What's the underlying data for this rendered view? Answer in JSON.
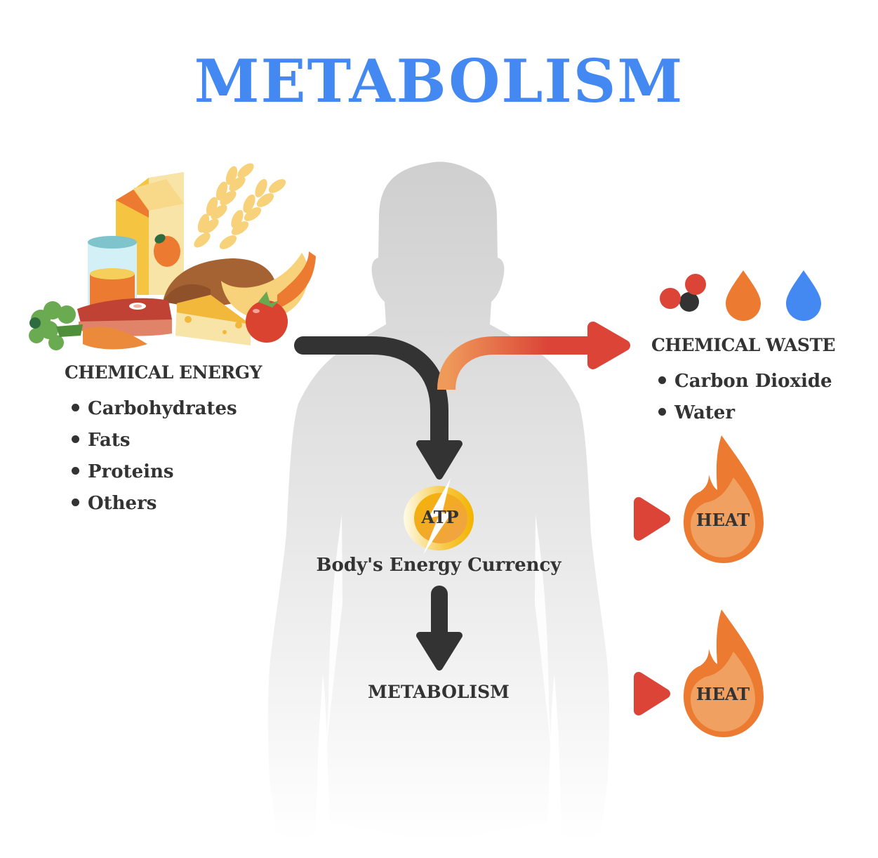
{
  "title": "METABOLISM",
  "colors": {
    "title_blue": "#4488f2",
    "text_dark": "#333333",
    "arrow_dark": "#333333",
    "arrow_red": "#db4437",
    "arrow_orange": "#ef9a5a",
    "flame_orange": "#ec7a30",
    "flame_inner": "#f0a060",
    "atp_gold": "#f4b400",
    "silhouette": "#d4d4d4"
  },
  "input": {
    "heading": "CHEMICAL ENERGY",
    "items": [
      "Carbohydrates",
      "Fats",
      "Proteins",
      "Others"
    ],
    "icon": "food-group-illustration"
  },
  "waste": {
    "heading": "CHEMICAL WASTE",
    "items": [
      "Carbon Dioxide",
      "Water"
    ],
    "icons": [
      "co2-molecule-icon",
      "orange-drop-icon",
      "water-drop-icon"
    ]
  },
  "atp": {
    "badge": "ATP",
    "caption": "Body's Energy Currency"
  },
  "process": {
    "label": "METABOLISM"
  },
  "outputs": [
    {
      "label": "HEAT",
      "source": "ATP"
    },
    {
      "label": "HEAT",
      "source": "METABOLISM"
    }
  ]
}
